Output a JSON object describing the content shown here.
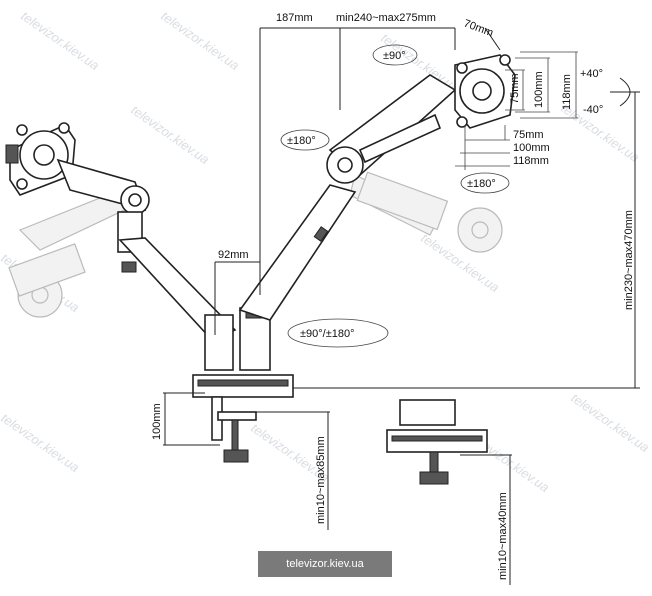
{
  "dimensions": {
    "top_left": "187mm",
    "top_span": "min240~max275mm",
    "top_right": "70mm",
    "vesa_75_vertical": "75mm",
    "vesa_100_vertical": "100mm",
    "plate_118_vertical": "118mm",
    "vesa_75_horizontal": "75mm",
    "vesa_100_horizontal": "100mm",
    "plate_118_horizontal": "118mm",
    "tilt_up": "+40°",
    "tilt_down": "-40°",
    "rotate_top": "±90°",
    "rotate_elbow_left": "±180°",
    "rotate_head": "±180°",
    "offset_92": "92mm",
    "rotate_base": "±90°/±180°",
    "height_range": "min230~max470mm",
    "base_height": "100mm",
    "clamp_range": "min10~max85mm",
    "grommet_range": "min10~max40mm"
  },
  "watermark": "televizor.kiev.ua",
  "caption": "televizor.kiev.ua"
}
